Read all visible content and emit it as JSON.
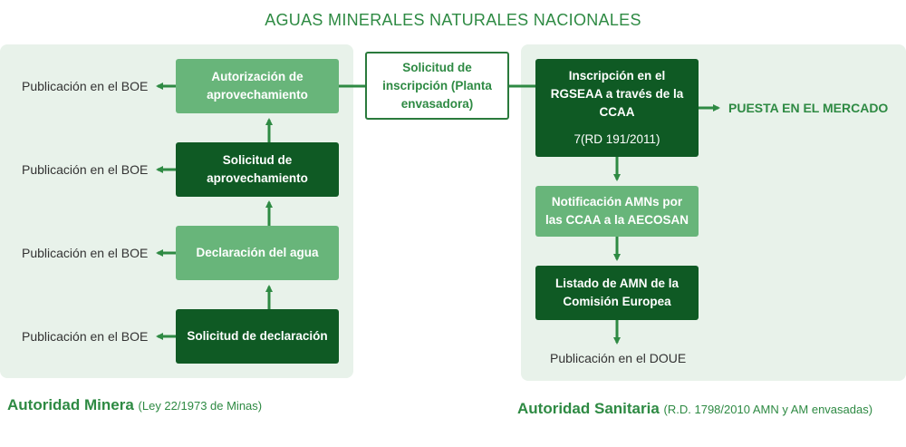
{
  "title": "AGUAS MINERALES NATURALES NACIONALES",
  "left_authority": {
    "label": "Autoridad Minera",
    "sublabel": "(Ley 22/1973 de Minas)",
    "steps": {
      "autorizacion": "Autorización de aprovechamiento",
      "solicitud_aprovechamiento": "Solicitud de aprovechamiento",
      "declaracion": "Declaración del agua",
      "solicitud_declaracion": "Solicitud de declaración"
    },
    "publication": "Publicación en el BOE"
  },
  "center": {
    "solicitud_inscripcion": "Solicitud de inscripción (Planta envasadora)"
  },
  "right_authority": {
    "label": "Autoridad Sanitaria",
    "sublabel": "(R.D. 1798/2010 AMN y AM envasadas)",
    "inscripcion": "Inscripción en el RGSEAA a través de la CCAA",
    "inscripcion_ref": "7(RD 191/2011)",
    "notificacion": "Notificación AMNs por las CCAA a la AECOSAN",
    "listado": "Listado de AMN de la Comisión Europea",
    "publication": "Publicación en el DOUE",
    "market": "PUESTA EN EL MERCADO"
  },
  "colors": {
    "dark_green": "#0f5a24",
    "light_green": "#68b57a",
    "accent_green": "#2e8a43",
    "panel_bg": "#e8f2ea"
  }
}
